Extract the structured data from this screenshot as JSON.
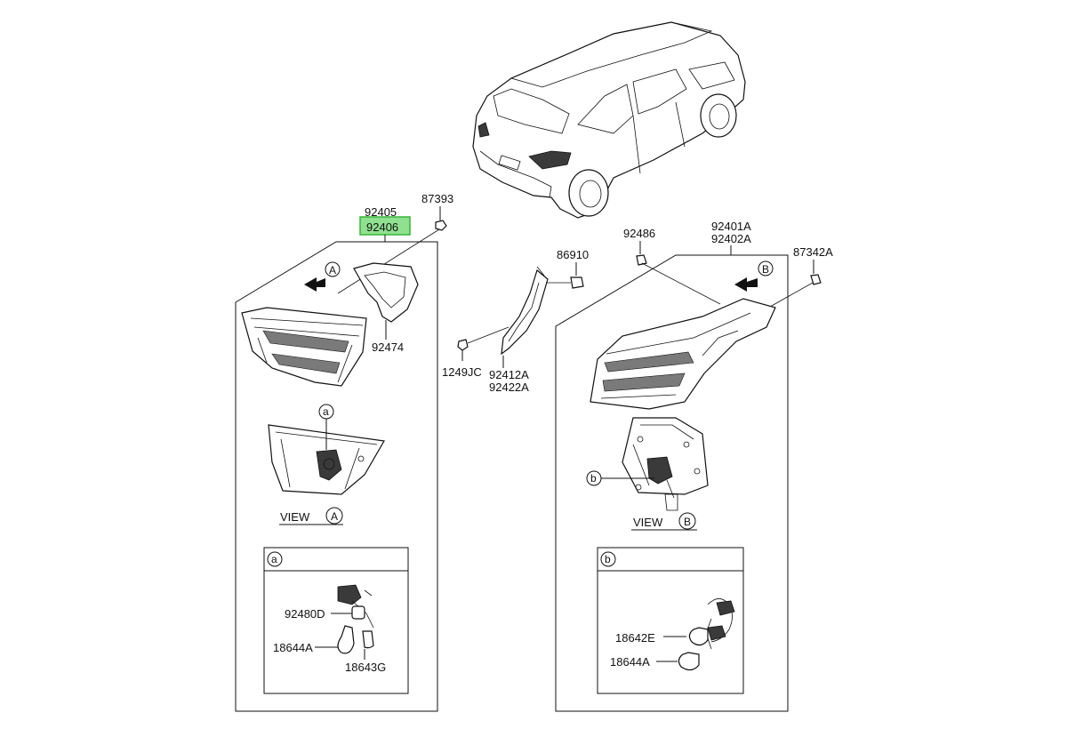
{
  "parts": {
    "p92405": "92405",
    "p92406": "92406",
    "p87393": "87393",
    "p92474": "92474",
    "p86910": "86910",
    "p1249JC": "1249JC",
    "p92412A": "92412A",
    "p92422A": "92422A",
    "p92486": "92486",
    "p92401A": "92401A",
    "p92402A": "92402A",
    "p87342A": "87342A",
    "p92480D": "92480D",
    "p18644A_left": "18644A",
    "p18643G": "18643G",
    "p18642E": "18642E",
    "p18644A_right": "18644A"
  },
  "views": {
    "view_label": "VIEW",
    "marker_a_upper": "A",
    "marker_b_upper": "B",
    "marker_a_lower": "a",
    "marker_b_lower": "b"
  },
  "highlight_color": "#8fe08f"
}
